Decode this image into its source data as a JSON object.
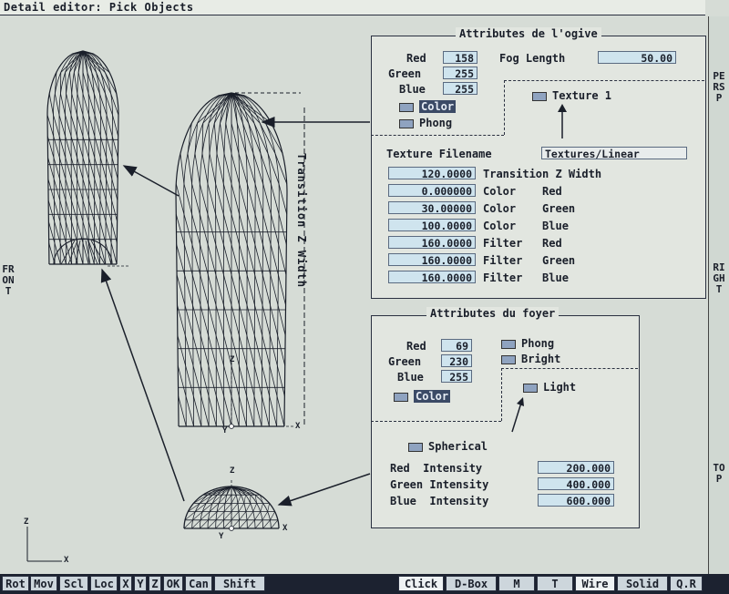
{
  "window": {
    "title": "Detail editor: Pick Objects"
  },
  "side_labels": {
    "right": [
      "PERSP",
      "RIGHT",
      "TOP"
    ],
    "left": [
      "FRONT"
    ]
  },
  "ogive_panel": {
    "title": "Attributes de l'ogive",
    "red_label": "Red",
    "red": "158",
    "green_label": "Green",
    "green": "255",
    "blue_label": "Blue",
    "blue": "255",
    "fog_label": "Fog Length",
    "fog": "50.00",
    "color_toggle": "Color",
    "phong_toggle": "Phong",
    "texture_toggle": "Texture 1",
    "texture_filename_label": "Texture Filename",
    "texture_filename": "Textures/Linear",
    "params": [
      {
        "value": "120.0000",
        "label": "Transition Z Width"
      },
      {
        "value": "0.000000",
        "label": "Color    Red"
      },
      {
        "value": "30.00000",
        "label": "Color    Green"
      },
      {
        "value": "100.0000",
        "label": "Color    Blue"
      },
      {
        "value": "160.0000",
        "label": "Filter   Red"
      },
      {
        "value": "160.0000",
        "label": "Filter   Green"
      },
      {
        "value": "160.0000",
        "label": "Filter   Blue"
      }
    ]
  },
  "foyer_panel": {
    "title": "Attributes du foyer",
    "red_label": "Red",
    "red": "69",
    "green_label": "Green",
    "green": "230",
    "blue_label": "Blue",
    "blue": "255",
    "phong_toggle": "Phong",
    "bright_toggle": "Bright",
    "color_toggle": "Color",
    "light_toggle": "Light",
    "spherical_toggle": "Spherical",
    "intensities": [
      {
        "label": "Red  Intensity",
        "value": "200.000"
      },
      {
        "label": "Green Intensity",
        "value": "400.000"
      },
      {
        "label": "Blue  Intensity",
        "value": "600.000"
      }
    ]
  },
  "drawing": {
    "dimension_label": "Transition Z Width",
    "axis_z": "Z",
    "axis_y": "Y",
    "axis_x": "X"
  },
  "bottom_buttons": [
    "Rot",
    "Mov",
    "Scl",
    "Loc",
    "X",
    "Y",
    "Z",
    "OK",
    "Can",
    "Shift",
    "Click",
    "D-Box",
    "M",
    "T",
    "Wire",
    "Solid",
    "Q.R"
  ],
  "colors": {
    "background": "#d6dcd6",
    "field": "#cfe4ee",
    "line": "#2a3040"
  }
}
